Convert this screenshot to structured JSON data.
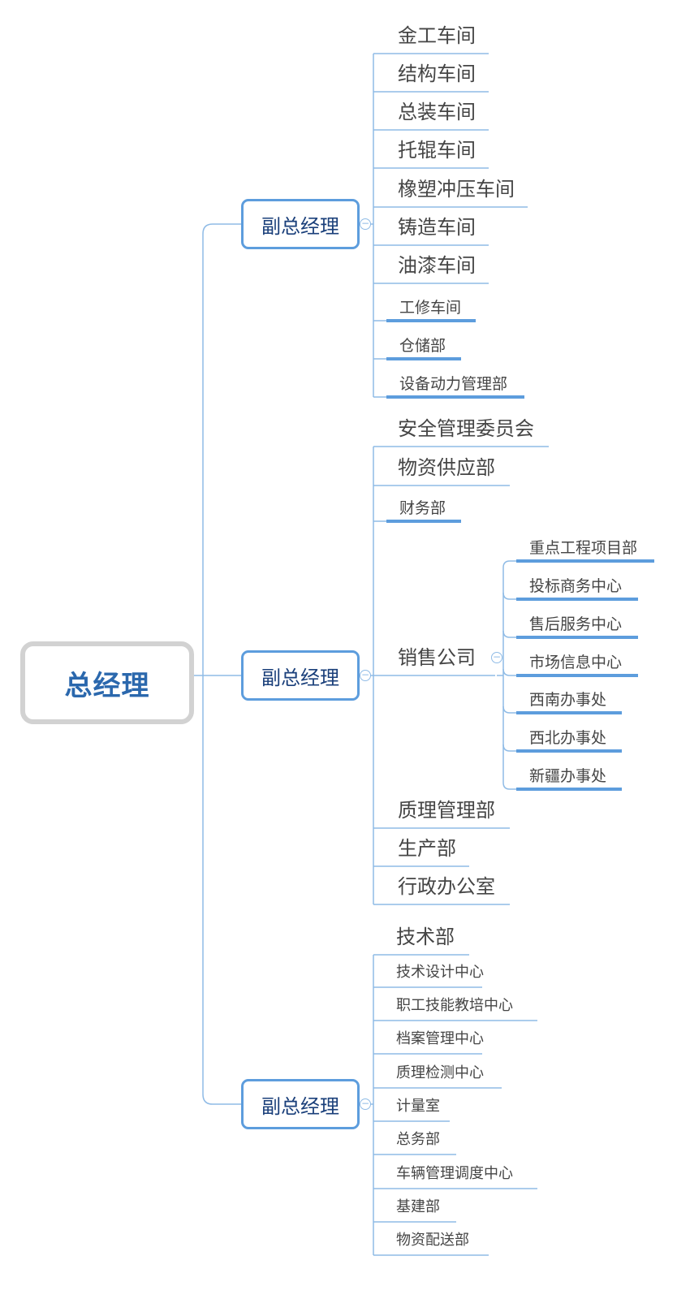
{
  "root": {
    "label": "总经理"
  },
  "branches": [
    {
      "label": "副总经理",
      "children": [
        {
          "label": "金工车间"
        },
        {
          "label": "结构车间"
        },
        {
          "label": "总装车间"
        },
        {
          "label": "托辊车间"
        },
        {
          "label": "橡塑冲压车间"
        },
        {
          "label": "铸造车间"
        },
        {
          "label": "油漆车间"
        },
        {
          "label": "工修车间"
        },
        {
          "label": "仓储部"
        },
        {
          "label": "设备动力管理部"
        }
      ]
    },
    {
      "label": "副总经理",
      "children": [
        {
          "label": "安全管理委员会"
        },
        {
          "label": "物资供应部"
        },
        {
          "label": "财务部"
        },
        {
          "label": "销售公司",
          "children": [
            {
              "label": "重点工程项目部"
            },
            {
              "label": "投标商务中心"
            },
            {
              "label": "售后服务中心"
            },
            {
              "label": "市场信息中心"
            },
            {
              "label": "西南办事处"
            },
            {
              "label": "西北办事处"
            },
            {
              "label": "新疆办事处"
            }
          ]
        },
        {
          "label": "质理管理部"
        },
        {
          "label": "生产部"
        },
        {
          "label": "行政办公室"
        }
      ]
    },
    {
      "label": "副总经理",
      "children": [
        {
          "label": "技术部"
        },
        {
          "label": "技术设计中心"
        },
        {
          "label": "职工技能教培中心"
        },
        {
          "label": "档案管理中心"
        },
        {
          "label": "质理检测中心"
        },
        {
          "label": "计量室"
        },
        {
          "label": "总务部"
        },
        {
          "label": "车辆管理调度中心"
        },
        {
          "label": "基建部"
        },
        {
          "label": "物资配送部"
        }
      ]
    }
  ],
  "colors": {
    "connector": "#8fbbe6",
    "accent_underline": "#5d9ddd",
    "root_border": "#d2d2d2",
    "root_text": "#2b68ad",
    "branch_border": "#5d9ddd",
    "branch_text": "#1a3f7a",
    "leaf_text": "#454545"
  }
}
